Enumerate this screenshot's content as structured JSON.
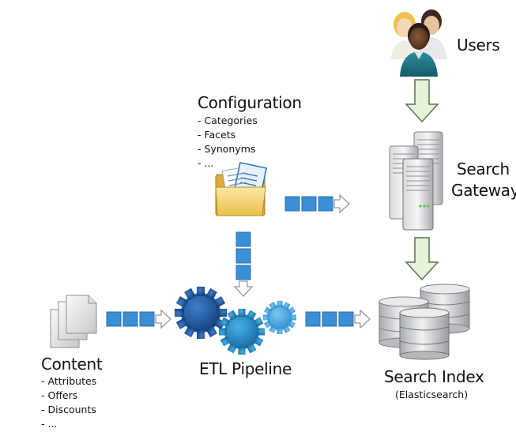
{
  "users": {
    "label": "Users"
  },
  "gateway": {
    "label_line1": "Search",
    "label_line2": "Gateway"
  },
  "configuration": {
    "title": "Configuration",
    "items": [
      "- Categories",
      "- Facets",
      "- Synonyms",
      "- ..."
    ]
  },
  "content": {
    "title": "Content",
    "items": [
      "- Attributes",
      "- Offers",
      "- Discounts",
      "- ..."
    ]
  },
  "etl": {
    "label": "ETL Pipeline"
  },
  "search_index": {
    "label": "Search Index",
    "sub": "(Elasticsearch)"
  },
  "colors": {
    "block_blue": "#3a8fd6",
    "gear_dark": "#1d5fa6",
    "gear_mid": "#2a8fd0",
    "gear_light": "#4aa8e6",
    "green_arrow": "#e6f3d6"
  }
}
